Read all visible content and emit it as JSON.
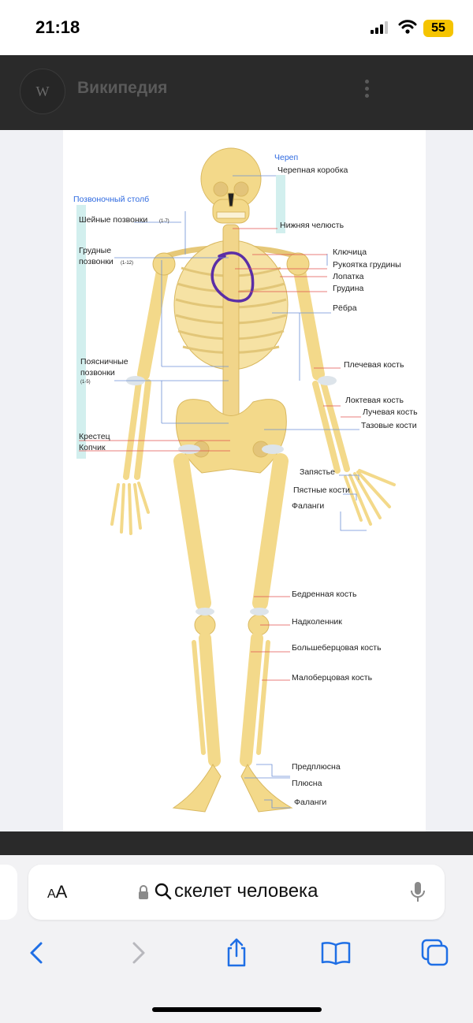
{
  "status_bar": {
    "time": "21:18",
    "battery": "55"
  },
  "app_bar": {
    "logo": "W",
    "title": "Википедия",
    "menu_icon": "more-vertical-icon"
  },
  "diagram": {
    "group_skull": "Череп",
    "group_spine": "Позвоночный столб",
    "labels": {
      "cranium": "Черепная коробка",
      "mandible": "Нижняя челюсть",
      "cervical": "Шейные позвонки",
      "cervical_range": "(1-7)",
      "thoracic_1": "Грудные",
      "thoracic_2": "позвонки",
      "thoracic_range": "(1-12)",
      "lumbar_1": "Поясничные",
      "lumbar_2": "позвонки",
      "lumbar_range": "(1-5)",
      "sacrum": "Крестец",
      "coccyx": "Копчик",
      "clavicle": "Ключица",
      "manubrium": "Рукоятка грудины",
      "scapula": "Лопатка",
      "sternum": "Грудина",
      "ribs": "Рёбра",
      "humerus": "Плечевая кость",
      "ulna": "Локтевая кость",
      "radius": "Лучевая кость",
      "pelvis": "Тазовые кости",
      "carpus": "Запястье",
      "metacarpus": "Пястные кости",
      "phalanges_hand": "Фаланги",
      "femur": "Бедренная кость",
      "patella": "Надколенник",
      "tibia": "Большеберцовая кость",
      "fibula": "Малоберцовая кость",
      "tarsus": "Предплюсна",
      "metatarsus": "Плюсна",
      "phalanges_foot": "Фаланги"
    }
  },
  "address_bar": {
    "text_size_label": "AA",
    "query": "скелет человека"
  },
  "toolbar": {
    "back_icon": "chevron-left-icon",
    "forward_icon": "chevron-right-icon",
    "share_icon": "share-icon",
    "bookmarks_icon": "book-icon",
    "tabs_icon": "tabs-icon"
  },
  "colors": {
    "bone": "#f3d98a",
    "bone_stroke": "#d9b860",
    "cartilage": "#dde4ea",
    "label_blue": "#2f6ae0",
    "annotation_marker": "#5b2ea6"
  }
}
